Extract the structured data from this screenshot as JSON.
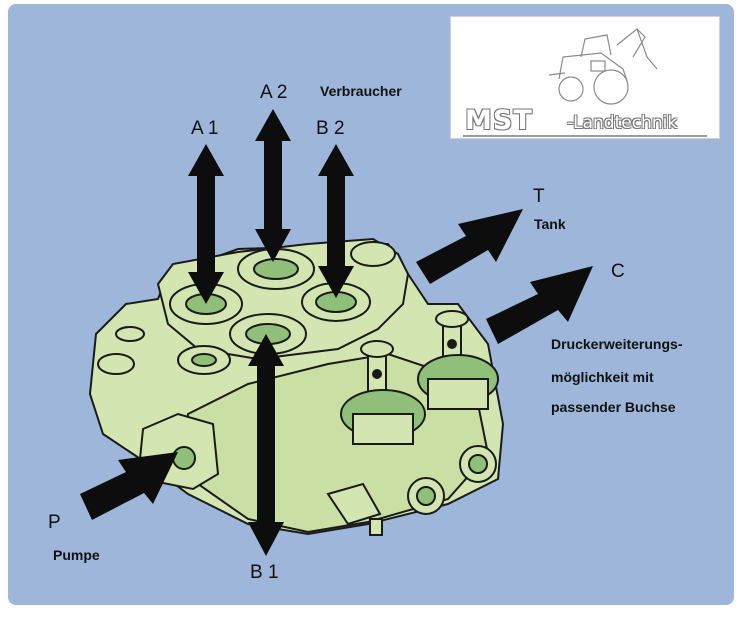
{
  "labels": {
    "a1": "A 1",
    "a2": "A 2",
    "b2": "B 2",
    "b1": "B 1",
    "verbraucher": "Verbraucher",
    "t": "T",
    "tank": "Tank",
    "c": "C",
    "druck_line1": "Druckerweiterungs-",
    "druck_line2": "möglichkeit mit",
    "druck_line3": "passender Buchse",
    "p": "P",
    "pumpe": "Pumpe"
  },
  "logo": {
    "brand": "MST",
    "suffix": "-Landtechnik"
  },
  "colors": {
    "background": "#9db6d9",
    "valve_body": "#d3e6b2",
    "valve_port": "#8fbf78",
    "arrow": "#0d0d0d",
    "outline": "#1a1a1a"
  }
}
